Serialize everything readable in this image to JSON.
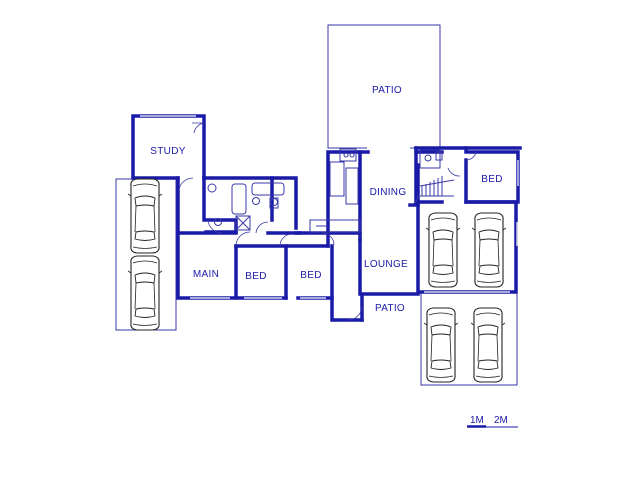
{
  "rooms": {
    "patio_top": "PATIO",
    "study": "STUDY",
    "dining": "DINING",
    "bed_right": "BED",
    "main": "MAIN",
    "bed_middle_1": "BED",
    "bed_middle_2": "BED",
    "lounge": "LOUNGE",
    "patio_bottom": "PATIO"
  },
  "scale": {
    "label_1": "1M",
    "label_2": "2M"
  },
  "colors": {
    "wall": "#1a1aa8",
    "thin_line": "#3a3aa8"
  }
}
